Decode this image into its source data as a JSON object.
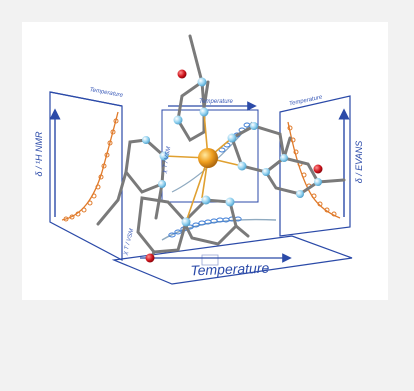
{
  "figure": {
    "axis_labels": {
      "bottom": "Temperature",
      "left": "δ / ¹H NMR",
      "right": "δ / EVANS",
      "top_left": "Temperature",
      "top_center": "Temperature",
      "top_right": "Temperature",
      "inner_left_1": "χ T / VSM",
      "inner_left_2": "χ T / VSM"
    },
    "colors": {
      "frame_blue": "#2b4aa8",
      "curve_orange": "#e07a2a",
      "metal_center": "#f0a020",
      "oxygen": "#d0141c",
      "atom_blue": "#8fd0ef",
      "bond_gray": "#777777",
      "card_bg": "#f2f2f2"
    }
  }
}
